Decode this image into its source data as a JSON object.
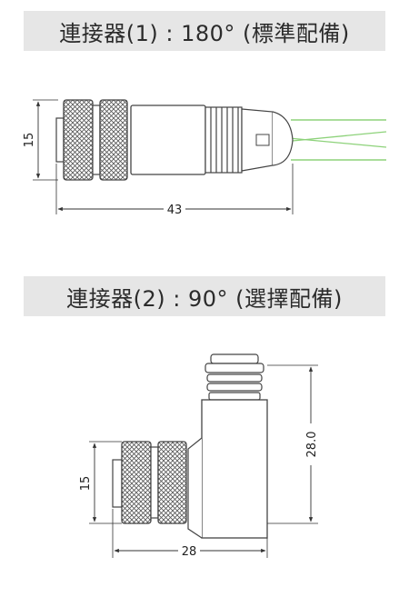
{
  "sections": [
    {
      "title": "連接器(1) : 180° (標準配備)",
      "dims": {
        "height": "15",
        "length": "43"
      }
    },
    {
      "title": "連接器(2) : 90° (選擇配備)",
      "dims": {
        "height": "15",
        "width": "28",
        "body_height": "28.0"
      }
    }
  ],
  "colors": {
    "outline": "#444444",
    "cable": "#8dd27a",
    "banner_bg": "#e6e6e6"
  }
}
